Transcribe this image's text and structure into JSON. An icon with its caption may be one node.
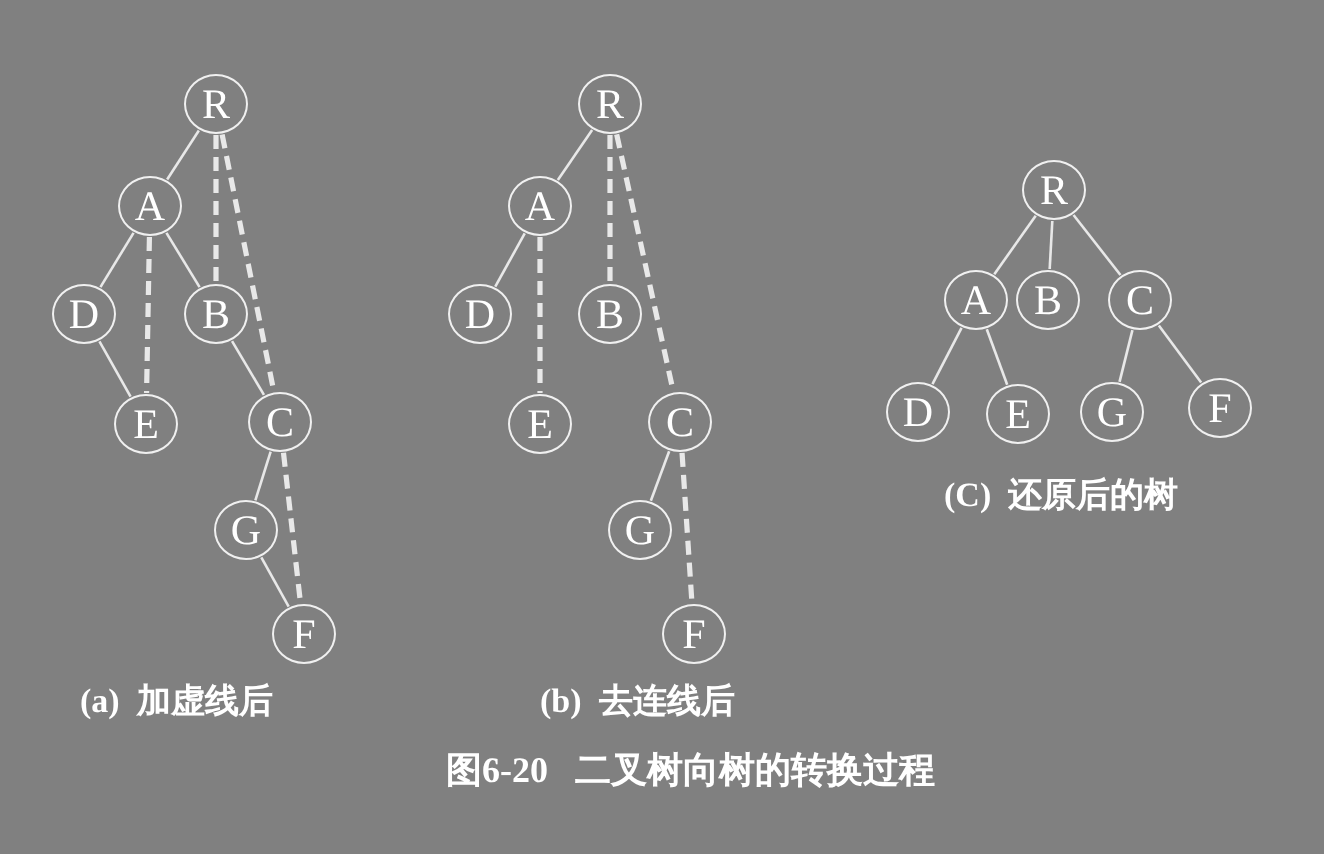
{
  "diagram": {
    "title": "图6-20   二叉树向树的转换过程",
    "nodes": [
      {
        "text": [
          "R"
        ]
      },
      {
        "text": [
          "A"
        ]
      },
      {
        "text": [
          "D"
        ]
      },
      {
        "text": [
          "B"
        ]
      },
      {
        "text": [
          "E"
        ]
      },
      {
        "text": [
          "C"
        ]
      },
      {
        "text": [
          "G"
        ]
      },
      {
        "text": [
          "F"
        ]
      },
      {
        "text": [
          "R"
        ]
      },
      {
        "text": [
          "A"
        ]
      },
      {
        "text": [
          "D"
        ]
      },
      {
        "text": [
          "B"
        ]
      },
      {
        "text": [
          "E"
        ]
      },
      {
        "text": [
          "C"
        ]
      },
      {
        "text": [
          "G"
        ]
      },
      {
        "text": [
          "F"
        ]
      },
      {
        "text": [
          "R"
        ]
      },
      {
        "text": [
          "A"
        ]
      },
      {
        "text": [
          "B"
        ]
      },
      {
        "text": [
          "C"
        ]
      },
      {
        "text": [
          "D"
        ]
      },
      {
        "text": [
          "E"
        ]
      },
      {
        "text": [
          "G"
        ]
      },
      {
        "text": [
          "F"
        ]
      }
    ],
    "edges": [
      {
        "from": 0,
        "to": 1,
        "arrow": "none"
      },
      {
        "from": 1,
        "to": 2,
        "arrow": "none"
      },
      {
        "from": 1,
        "to": 3,
        "arrow": "none"
      },
      {
        "from": 2,
        "to": 4,
        "arrow": "none"
      },
      {
        "from": 3,
        "to": 5,
        "arrow": "none"
      },
      {
        "from": 5,
        "to": 6,
        "arrow": "none"
      },
      {
        "from": 6,
        "to": 7,
        "arrow": "none"
      },
      {
        "from": 0,
        "to": 3,
        "arrow": "none",
        "style": "dashed"
      },
      {
        "from": 1,
        "to": 4,
        "arrow": "none",
        "style": "dashed"
      },
      {
        "from": 0,
        "to": 5,
        "arrow": "none",
        "style": "dashed"
      },
      {
        "from": 5,
        "to": 7,
        "arrow": "none",
        "style": "dashed"
      },
      {
        "from": 8,
        "to": 9,
        "arrow": "none"
      },
      {
        "from": 9,
        "to": 10,
        "arrow": "none"
      },
      {
        "from": 13,
        "to": 14,
        "arrow": "none"
      },
      {
        "from": 8,
        "to": 11,
        "arrow": "none",
        "style": "dashed"
      },
      {
        "from": 9,
        "to": 12,
        "arrow": "none",
        "style": "dashed"
      },
      {
        "from": 8,
        "to": 13,
        "arrow": "none",
        "style": "dashed"
      },
      {
        "from": 13,
        "to": 15,
        "arrow": "none",
        "style": "dashed"
      },
      {
        "from": 16,
        "to": 17,
        "arrow": "none"
      },
      {
        "from": 16,
        "to": 18,
        "arrow": "none"
      },
      {
        "from": 16,
        "to": 19,
        "arrow": "none"
      },
      {
        "from": 17,
        "to": 20,
        "arrow": "none"
      },
      {
        "from": 17,
        "to": 21,
        "arrow": "none"
      },
      {
        "from": 19,
        "to": 22,
        "arrow": "none"
      },
      {
        "from": 19,
        "to": 23,
        "arrow": "none"
      }
    ],
    "labels": [
      "(C)  还原后的树",
      "(a)  加虚线后",
      "(b)  去连线后"
    ]
  }
}
